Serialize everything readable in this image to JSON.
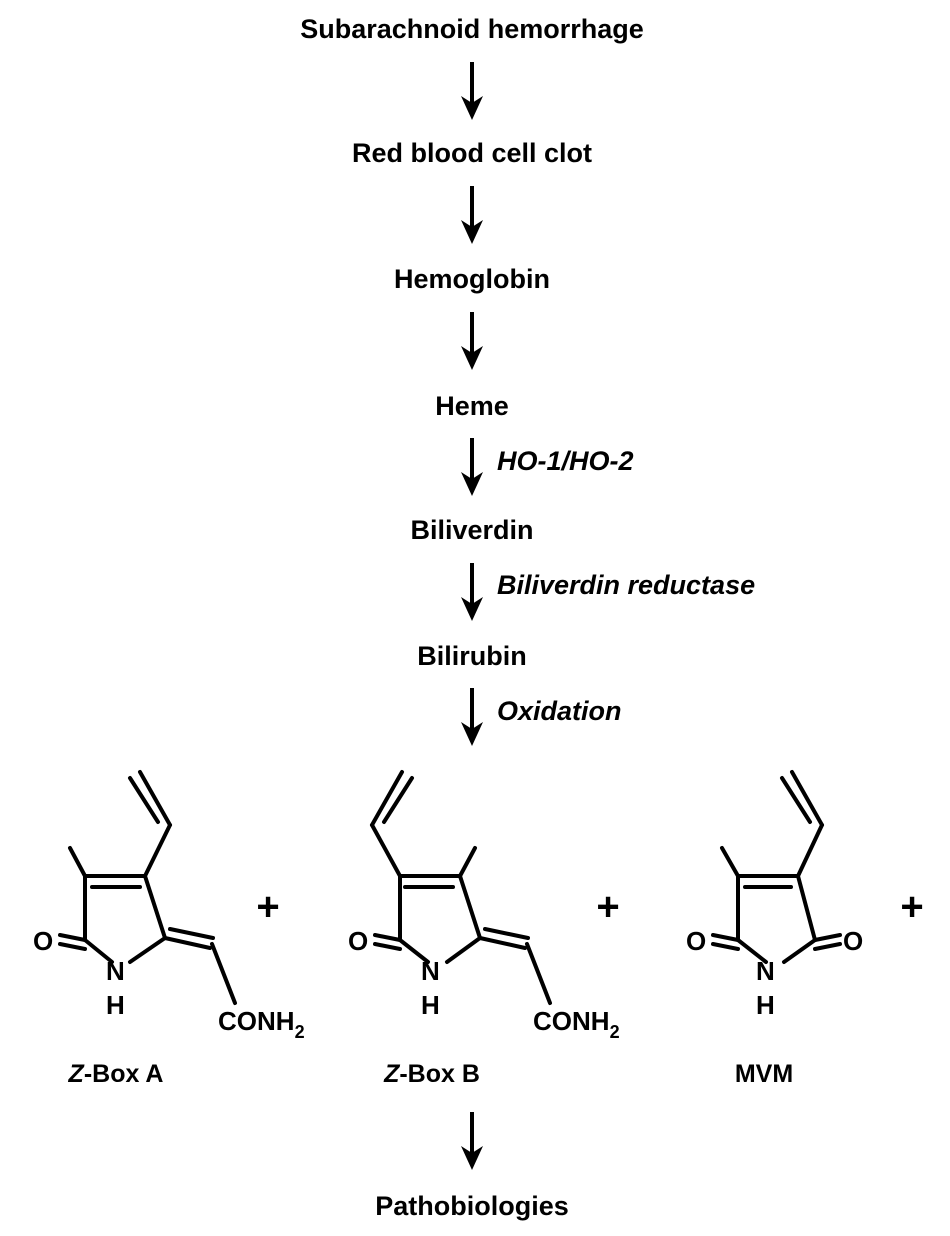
{
  "pathway": {
    "steps": [
      "Subarachnoid hemorrhage",
      "Red blood cell clot",
      "Hemoglobin",
      "Heme",
      "Biliverdin",
      "Bilirubin"
    ],
    "enzymes": {
      "heme_to_biliverdin": "HO-1/HO-2",
      "biliverdin_to_bilirubin": "Biliverdin reductase",
      "bilirubin_to_products": "Oxidation"
    },
    "final": "Pathobiologies"
  },
  "products": {
    "zbox_a": {
      "prefix": "Z",
      "name": "-Box A",
      "amide": "CONH",
      "amide_sub": "2"
    },
    "zbox_b": {
      "prefix": "Z",
      "name": "-Box B",
      "amide": "CONH",
      "amide_sub": "2"
    },
    "mvm": {
      "name": "MVM"
    },
    "plus": "+"
  },
  "atoms": {
    "oxygen": "O",
    "nitrogen": "N",
    "hydrogen": "H"
  }
}
